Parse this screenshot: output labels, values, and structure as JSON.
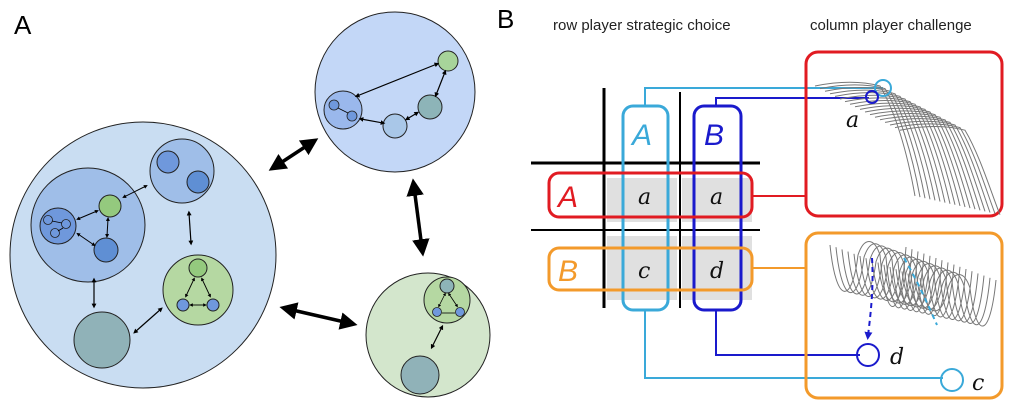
{
  "panels": {
    "a_letter": "A",
    "b_letter": "B"
  },
  "headers": {
    "row_player": "row player strategic choice",
    "column_player": "column player challenge"
  },
  "strategies": {
    "col_a": "A",
    "col_b": "B",
    "row_a": "A",
    "row_b": "B"
  },
  "payoffs": {
    "aa": "a",
    "ab": "a",
    "ba": "c",
    "bb": "d"
  },
  "landscape_labels": {
    "top": "a",
    "bottom_left": "d",
    "bottom_right": "c"
  },
  "colors": {
    "light_blue": "#3aa9d9",
    "dark_blue": "#1a1acc",
    "red": "#e11b22",
    "orange": "#f39a2b",
    "blue_fill": "#c7dcf2",
    "green_fill": "#d3e6cc"
  }
}
